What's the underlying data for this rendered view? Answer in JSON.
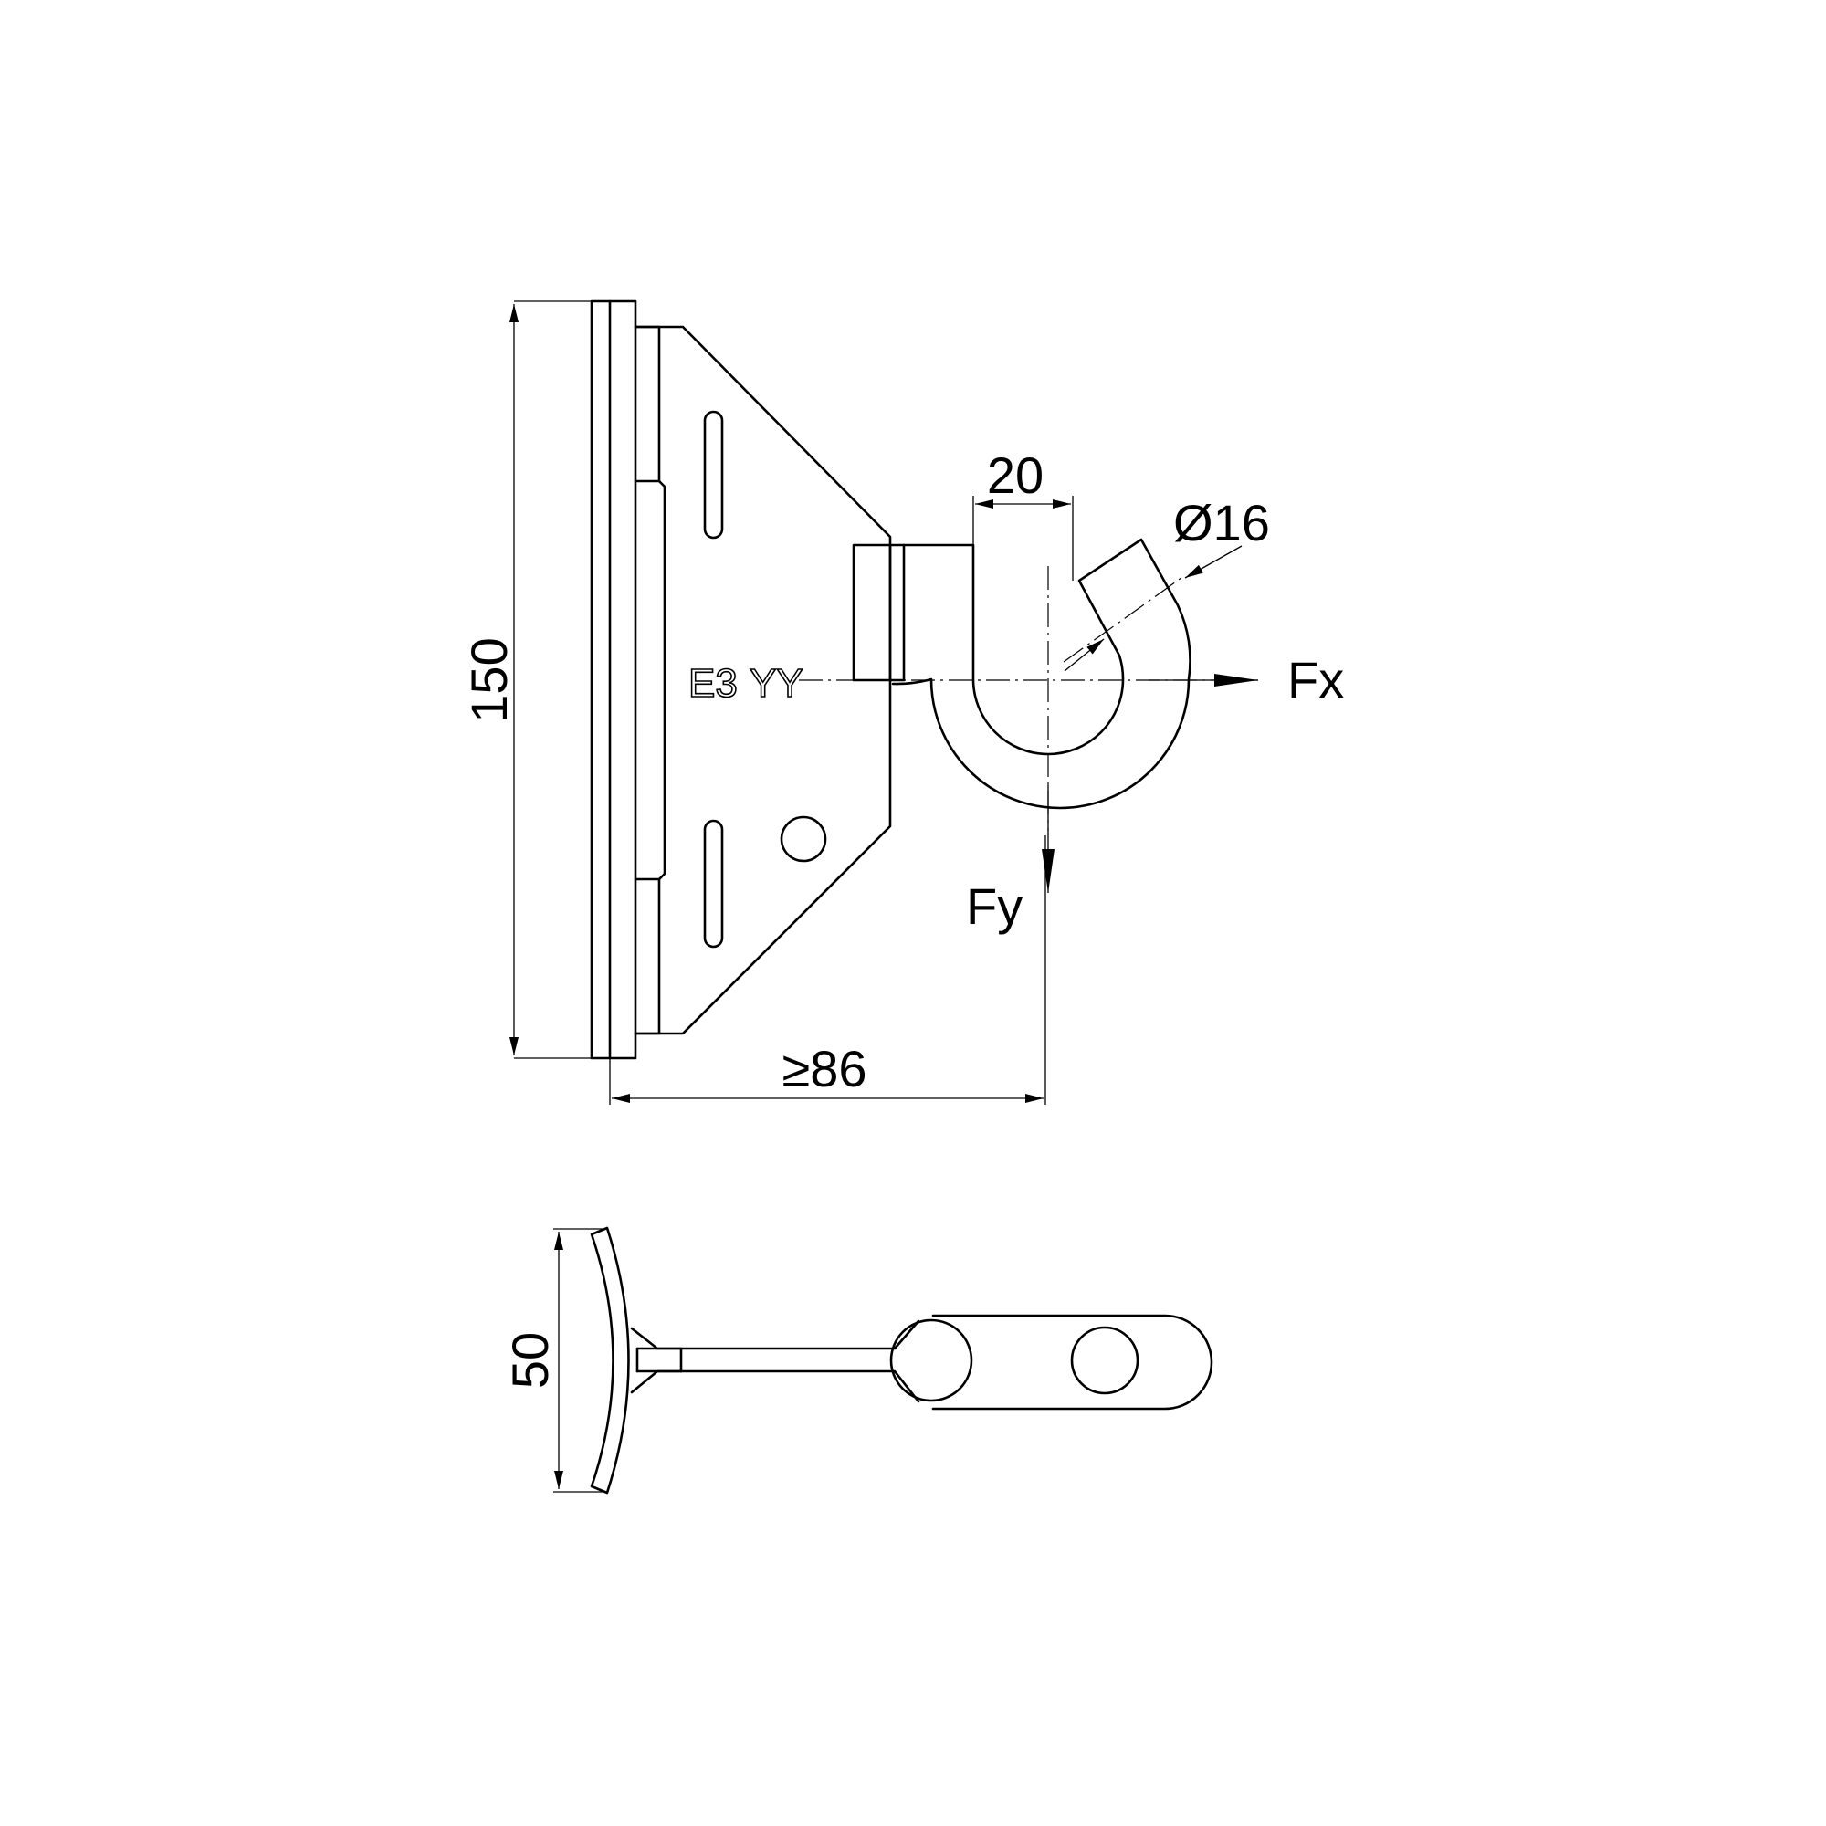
{
  "dimensions": {
    "height": "150",
    "min_depth": "≥86",
    "hook_offset": "20",
    "rod_diameter": "Ø16",
    "bottom_width": "50"
  },
  "forces": {
    "horizontal": "Fx",
    "vertical": "Fy"
  },
  "marking": {
    "approval": "E3",
    "code": "YY"
  }
}
